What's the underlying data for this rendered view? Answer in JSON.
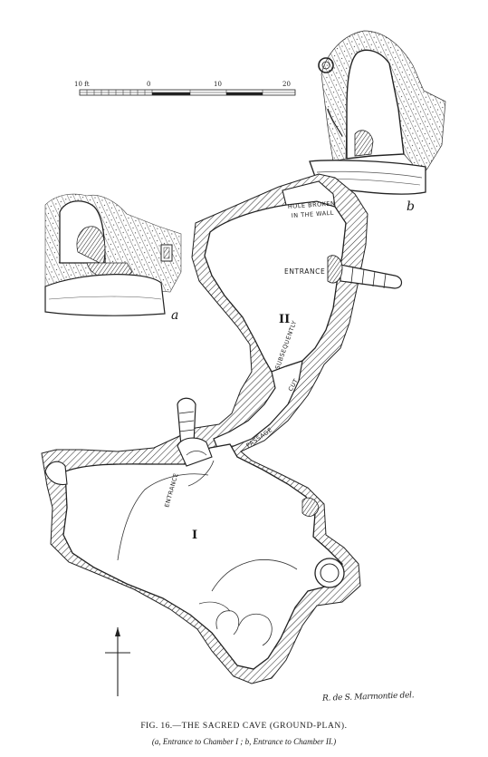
{
  "labels": {
    "entrance_one": "ENTRANCE",
    "entrance_two": "ENTRANCE",
    "hole_line1": "HOLE BROKEN",
    "hole_line2": "IN THE WALL",
    "passage": "PASSAGE",
    "subsequently": "SUBSEQUENTLY",
    "cut": "CUT",
    "chamber_one": "I",
    "chamber_two": "II",
    "inset_a": "a",
    "inset_b": "b"
  },
  "scale": {
    "ticks": [
      "10 ft",
      "0",
      "10",
      "20"
    ]
  },
  "caption": {
    "fig": "FIG. 16.",
    "title": "—THE SACRED CAVE (GROUND-PLAN).",
    "subtitle": "(a, Entrance to Chamber I ; b, Entrance to Chamber II.)"
  },
  "signature": "R. de S. Marmontie del."
}
